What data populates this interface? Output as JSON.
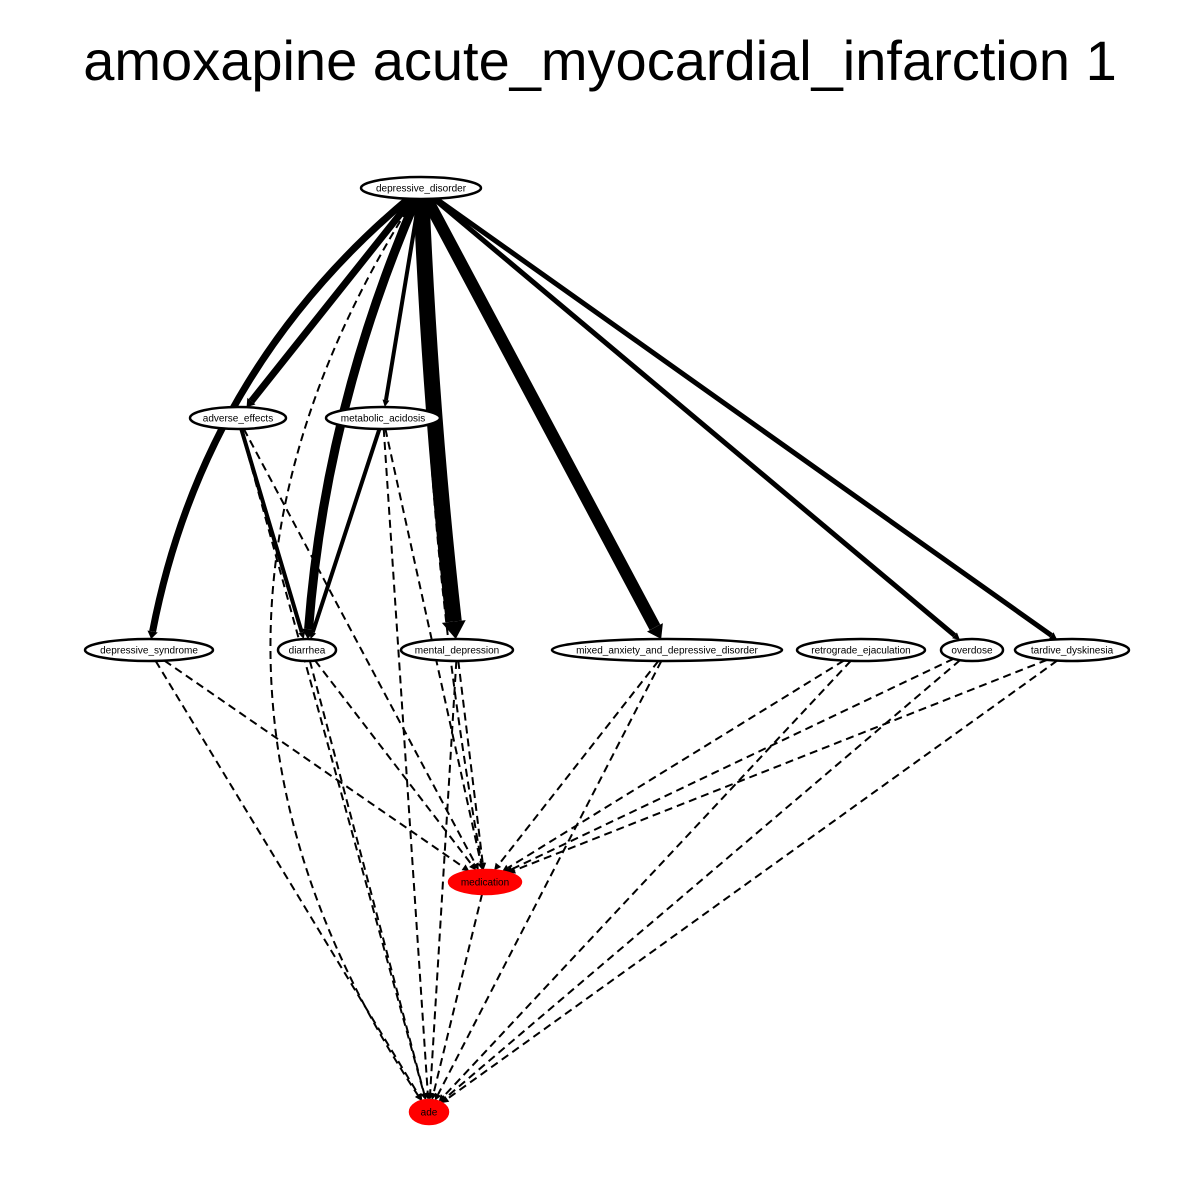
{
  "title": "amoxapine acute_myocardial_infarction 1",
  "colors": {
    "node_fill": "#ffffff",
    "highlight_fill": "#ff0000",
    "edge": "#000000"
  },
  "nodes": [
    {
      "id": "depressive_disorder",
      "label": "depressive_disorder",
      "highlight": false
    },
    {
      "id": "adverse_effects",
      "label": "adverse_effects",
      "highlight": false
    },
    {
      "id": "metabolic_acidosis",
      "label": "metabolic_acidosis",
      "highlight": false
    },
    {
      "id": "depressive_syndrome",
      "label": "depressive_syndrome",
      "highlight": false
    },
    {
      "id": "diarrhea",
      "label": "diarrhea",
      "highlight": false
    },
    {
      "id": "mental_depression",
      "label": "mental_depression",
      "highlight": false
    },
    {
      "id": "mixed_anxiety_and_depressive_disorder",
      "label": "mixed_anxiety_and_depressive_disorder",
      "highlight": false
    },
    {
      "id": "retrograde_ejaculation",
      "label": "retrograde_ejaculation",
      "highlight": false
    },
    {
      "id": "overdose",
      "label": "overdose",
      "highlight": false
    },
    {
      "id": "tardive_dyskinesia",
      "label": "tardive_dyskinesia",
      "highlight": false
    },
    {
      "id": "medication",
      "label": "medication",
      "highlight": true
    },
    {
      "id": "ade",
      "label": "ade",
      "highlight": true
    }
  ],
  "edges": [
    {
      "from": "depressive_disorder",
      "to": "depressive_syndrome",
      "style": "solid",
      "weight": 7
    },
    {
      "from": "depressive_disorder",
      "to": "adverse_effects",
      "style": "solid",
      "weight": 7
    },
    {
      "from": "depressive_disorder",
      "to": "diarrhea",
      "style": "solid",
      "weight": 9
    },
    {
      "from": "depressive_disorder",
      "to": "metabolic_acidosis",
      "style": "solid",
      "weight": 4
    },
    {
      "from": "depressive_disorder",
      "to": "mental_depression",
      "style": "solid",
      "weight": 16
    },
    {
      "from": "depressive_disorder",
      "to": "mixed_anxiety_and_depressive_disorder",
      "style": "solid",
      "weight": 12
    },
    {
      "from": "depressive_disorder",
      "to": "overdose",
      "style": "solid",
      "weight": 5
    },
    {
      "from": "depressive_disorder",
      "to": "tardive_dyskinesia",
      "style": "solid",
      "weight": 5
    },
    {
      "from": "adverse_effects",
      "to": "diarrhea",
      "style": "solid",
      "weight": 4
    },
    {
      "from": "metabolic_acidosis",
      "to": "diarrhea",
      "style": "solid",
      "weight": 4
    },
    {
      "from": "depressive_disorder",
      "to": "medication",
      "style": "dashed",
      "weight": 2
    },
    {
      "from": "depressive_disorder",
      "to": "ade",
      "style": "dashed",
      "weight": 2
    },
    {
      "from": "adverse_effects",
      "to": "medication",
      "style": "dashed",
      "weight": 2
    },
    {
      "from": "adverse_effects",
      "to": "ade",
      "style": "dashed",
      "weight": 2
    },
    {
      "from": "metabolic_acidosis",
      "to": "medication",
      "style": "dashed",
      "weight": 2
    },
    {
      "from": "metabolic_acidosis",
      "to": "ade",
      "style": "dashed",
      "weight": 2
    },
    {
      "from": "depressive_syndrome",
      "to": "medication",
      "style": "dashed",
      "weight": 2
    },
    {
      "from": "depressive_syndrome",
      "to": "ade",
      "style": "dashed",
      "weight": 2
    },
    {
      "from": "diarrhea",
      "to": "medication",
      "style": "dashed",
      "weight": 2
    },
    {
      "from": "diarrhea",
      "to": "ade",
      "style": "dashed",
      "weight": 2
    },
    {
      "from": "mental_depression",
      "to": "medication",
      "style": "dashed",
      "weight": 2
    },
    {
      "from": "mental_depression",
      "to": "ade",
      "style": "dashed",
      "weight": 2
    },
    {
      "from": "mixed_anxiety_and_depressive_disorder",
      "to": "medication",
      "style": "dashed",
      "weight": 2
    },
    {
      "from": "mixed_anxiety_and_depressive_disorder",
      "to": "ade",
      "style": "dashed",
      "weight": 2
    },
    {
      "from": "retrograde_ejaculation",
      "to": "medication",
      "style": "dashed",
      "weight": 2
    },
    {
      "from": "retrograde_ejaculation",
      "to": "ade",
      "style": "dashed",
      "weight": 2
    },
    {
      "from": "overdose",
      "to": "medication",
      "style": "dashed",
      "weight": 2
    },
    {
      "from": "overdose",
      "to": "ade",
      "style": "dashed",
      "weight": 2
    },
    {
      "from": "tardive_dyskinesia",
      "to": "medication",
      "style": "dashed",
      "weight": 2
    },
    {
      "from": "tardive_dyskinesia",
      "to": "ade",
      "style": "dashed",
      "weight": 2
    },
    {
      "from": "medication",
      "to": "ade",
      "style": "dashed",
      "weight": 2
    }
  ]
}
